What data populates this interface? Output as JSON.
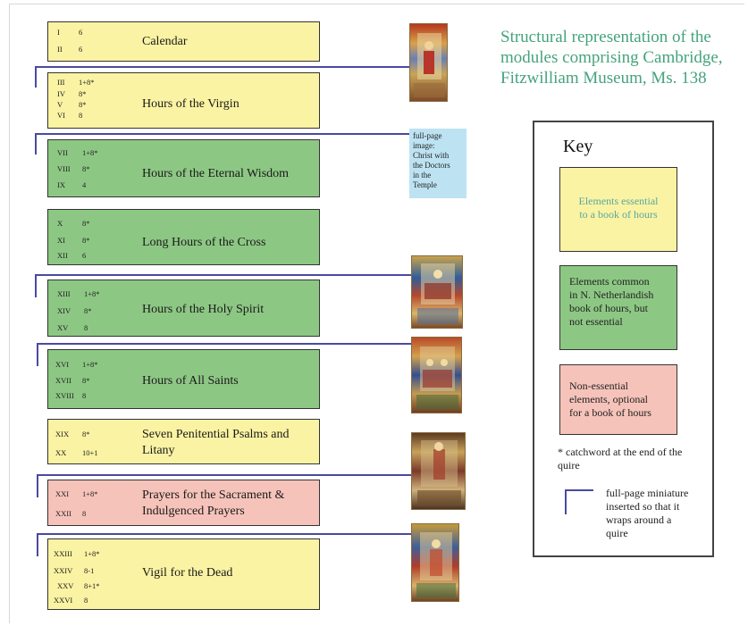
{
  "title": "Structural representation of the modules comprising Cambridge, Fitzwilliam Museum, Ms. 138",
  "modules": [
    {
      "label": "Calendar",
      "color": "yellow",
      "quires": [
        [
          "I",
          "6"
        ],
        [
          "II",
          "6"
        ]
      ]
    },
    {
      "label": "Hours of the Virgin",
      "color": "yellow",
      "quires": [
        [
          "III",
          "1+8*"
        ],
        [
          "IV",
          "8*"
        ],
        [
          "V",
          "8*"
        ],
        [
          "VI",
          "8"
        ]
      ]
    },
    {
      "label": "Hours of the Eternal Wisdom",
      "color": "green",
      "quires": [
        [
          "VII",
          "1+8*"
        ],
        [
          "VIII",
          "8*"
        ],
        [
          "IX",
          "4"
        ]
      ]
    },
    {
      "label": "Long Hours of the Cross",
      "color": "green",
      "quires": [
        [
          "X",
          "8*"
        ],
        [
          "XI",
          "8*"
        ],
        [
          "XII",
          "6"
        ]
      ]
    },
    {
      "label": "Hours of the Holy Spirit",
      "color": "green",
      "quires": [
        [
          "XIII",
          "1+8*"
        ],
        [
          "XIV",
          "8*"
        ],
        [
          "XV",
          "8"
        ]
      ]
    },
    {
      "label": "Hours of All Saints",
      "color": "green",
      "quires": [
        [
          "XVI",
          "1+8*"
        ],
        [
          "XVII",
          "8*"
        ],
        [
          "XVIII",
          "8"
        ]
      ]
    },
    {
      "label_lines": [
        "Seven Penitential Psalms and",
        "Litany"
      ],
      "color": "yellow",
      "quires": [
        [
          "XIX",
          "8*"
        ],
        [
          "XX",
          "10+1"
        ]
      ]
    },
    {
      "label_lines": [
        "Prayers for the Sacrament &",
        "Indulgenced Prayers"
      ],
      "color": "pink",
      "quires": [
        [
          "XXI",
          "1+8*"
        ],
        [
          "XXII",
          "8"
        ]
      ]
    },
    {
      "label": "Vigil for the Dead",
      "color": "yellow",
      "quires": [
        [
          "XXIII",
          "1+8*"
        ],
        [
          "XXIV",
          "8-1"
        ],
        [
          "XXV",
          "8+1*"
        ],
        [
          "XXVI",
          "8"
        ]
      ]
    }
  ],
  "fullpage_note": [
    "full-page",
    "image:",
    "Christ with",
    "the Doctors",
    "in the",
    "Temple"
  ],
  "key": {
    "title": "Key",
    "essential": [
      "Elements essential",
      "to a book of hours"
    ],
    "common": [
      "Elements common",
      "in N. Netherlandish",
      "book of hours, but",
      "not essential"
    ],
    "optional": [
      "Non-essential",
      "elements, optional",
      "for a book of hours"
    ],
    "catchword": [
      "* catchword at the end of the",
      "quire"
    ],
    "miniature": [
      "full-page miniature",
      "inserted so that it",
      "wraps around a",
      "quire"
    ]
  },
  "colors": {
    "yellow": "#faf3a3",
    "green": "#8dc784",
    "pink": "#f6c3ba",
    "wrap_line": "#4a4aa0",
    "title": "#45a37d"
  }
}
